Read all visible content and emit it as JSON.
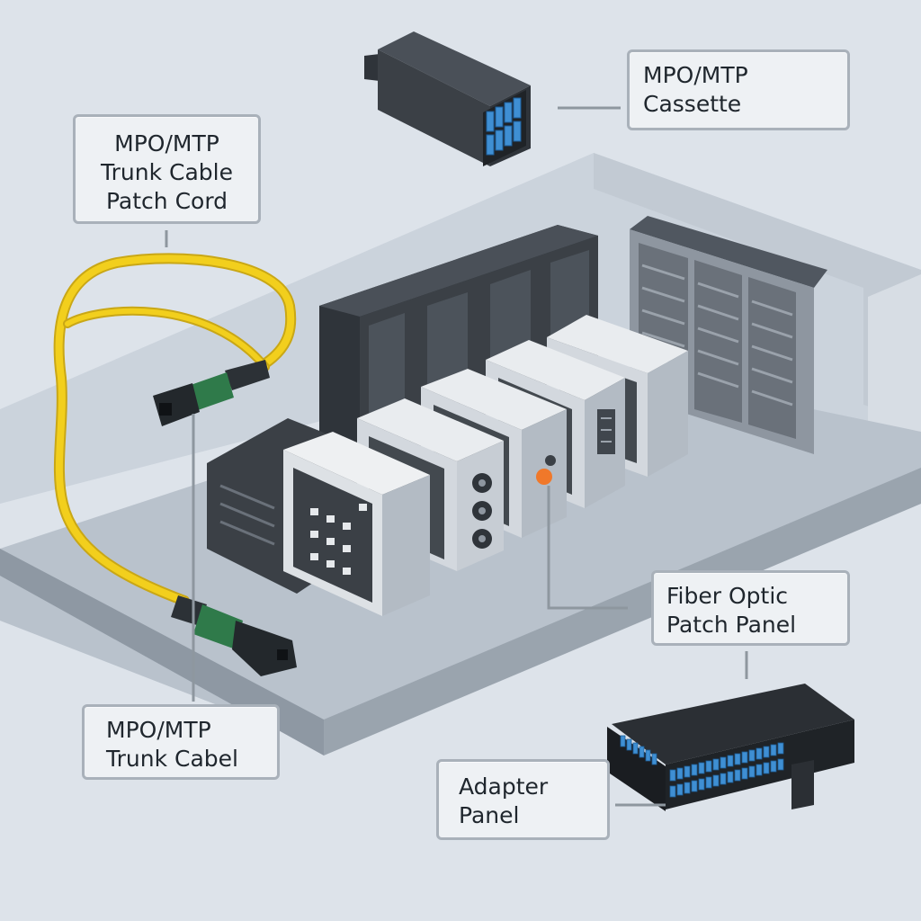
{
  "labels": {
    "cassette": [
      "MPO/MTP",
      "Cassette"
    ],
    "trunk_patch_cord": [
      "MPO/MTP",
      "Trunk Cable",
      "Patch Cord"
    ],
    "fiber_patch_panel": [
      "Fiber Optic",
      "Patch Panel"
    ],
    "trunk_cabel": [
      "MPO/MTP",
      "Trunk Cabel"
    ],
    "adapter_panel": [
      "Adapter",
      "Panel"
    ]
  },
  "colors": {
    "background": "#dde3ea",
    "cable_yellow": "#f2cf1d",
    "connector_green": "#2f7a4a",
    "adapter_blue": "#3f8fd3",
    "indicator_orange": "#f0782a",
    "rack_dark": "#3b4046"
  }
}
